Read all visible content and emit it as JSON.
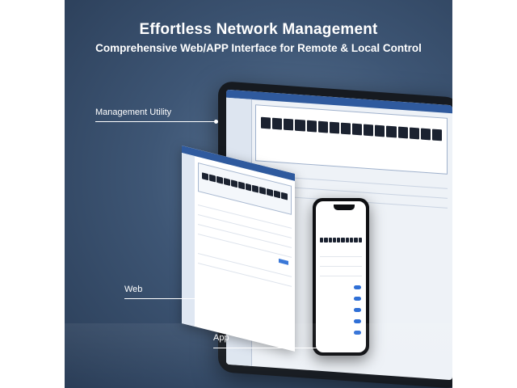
{
  "heading": {
    "title": "Effortless Network Management",
    "subtitle": "Comprehensive Web/APP Interface for Remote & Local Control"
  },
  "callouts": {
    "management": "Management Utility",
    "web": "Web",
    "app": "App"
  },
  "colors": {
    "background": "#3e5675",
    "accent": "#2f5a9e",
    "text": "#ffffff"
  }
}
